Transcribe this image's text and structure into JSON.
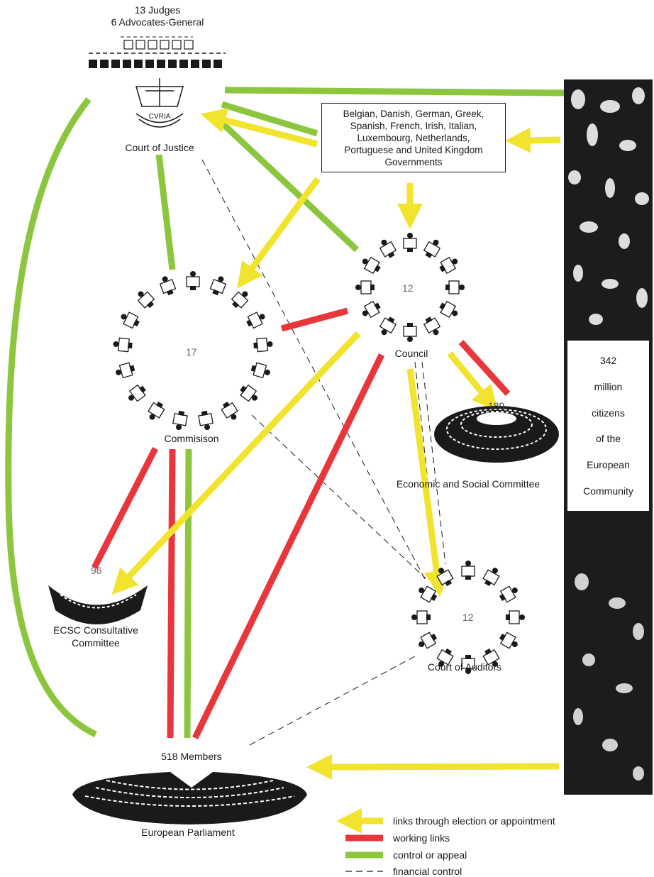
{
  "court_of_justice": {
    "judges": "13 Judges",
    "advocates": "6 Advocates-General",
    "emblem_text": "CVRIA",
    "label": "Court of Justice"
  },
  "governments": {
    "lines": [
      "Belgian, Danish, German, Greek,",
      "Spanish, French, Irish, Italian,",
      "Luxembourg, Netherlands,",
      "Portuguese and United Kingdom",
      "Governments"
    ]
  },
  "council": {
    "members": "12",
    "label": "Council"
  },
  "commission": {
    "members": "17",
    "label": "Commisison"
  },
  "esc": {
    "members": "189",
    "label": "Economic and Social Committee"
  },
  "ecsc": {
    "members": "96",
    "label_line1": "ECSC Consultative",
    "label_line2": "Committee"
  },
  "auditors": {
    "members": "12",
    "label": "Court of Auditors"
  },
  "parliament": {
    "members": "518 Members",
    "label": "European Parliament"
  },
  "citizens": {
    "lines": [
      "342",
      "million",
      "citizens",
      "of the",
      "European",
      "Community"
    ]
  },
  "legend": {
    "yellow": "links through election or appointment",
    "red": "working links",
    "green": "control or appeal",
    "dashed": "financial control"
  },
  "colors": {
    "yellow": "#f2e32e",
    "red": "#e8363c",
    "green": "#8cc63f",
    "ink": "#1a1a1a"
  }
}
